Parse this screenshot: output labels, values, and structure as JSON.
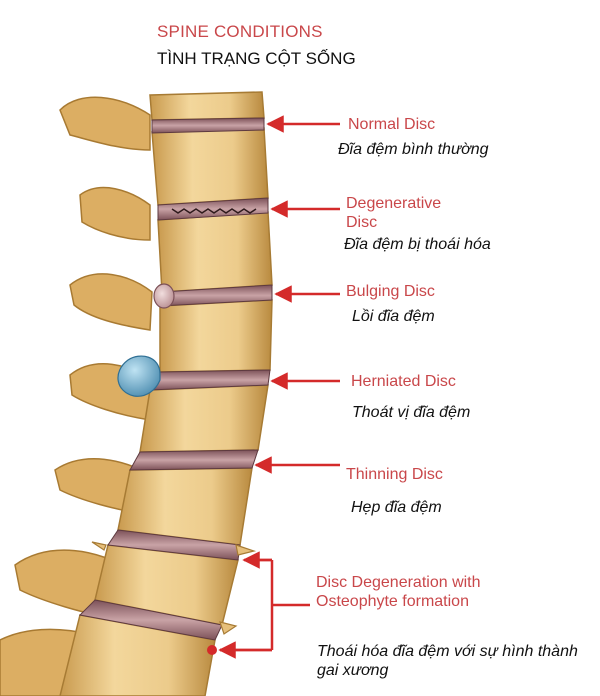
{
  "title": {
    "en": "SPINE CONDITIONS",
    "vi": "TÌNH TRẠNG CỘT SỐNG"
  },
  "labels": [
    {
      "en": "Normal Disc",
      "vi": "Đĩa đệm bình thường"
    },
    {
      "en": "Degenerative Disc",
      "vi": "Đĩa đệm bị thoái hóa"
    },
    {
      "en": "Bulging Disc",
      "vi": "Lồi đĩa đệm"
    },
    {
      "en": "Herniated Disc",
      "vi": "Thoát vị đĩa đệm"
    },
    {
      "en": "Thinning Disc",
      "vi": "Hẹp đĩa đệm"
    },
    {
      "en": "Disc Degeneration with Osteophyte formation",
      "vi": "Thoái hóa đĩa đệm với sự hình thành gai xương"
    }
  ],
  "colors": {
    "label_en": "#c9474a",
    "arrow": "#d42a2a",
    "bone": "#ecc98a",
    "bone_shadow": "#b88a3e",
    "disc": "#9a6a72",
    "nucleus": "#6fa7c4"
  }
}
